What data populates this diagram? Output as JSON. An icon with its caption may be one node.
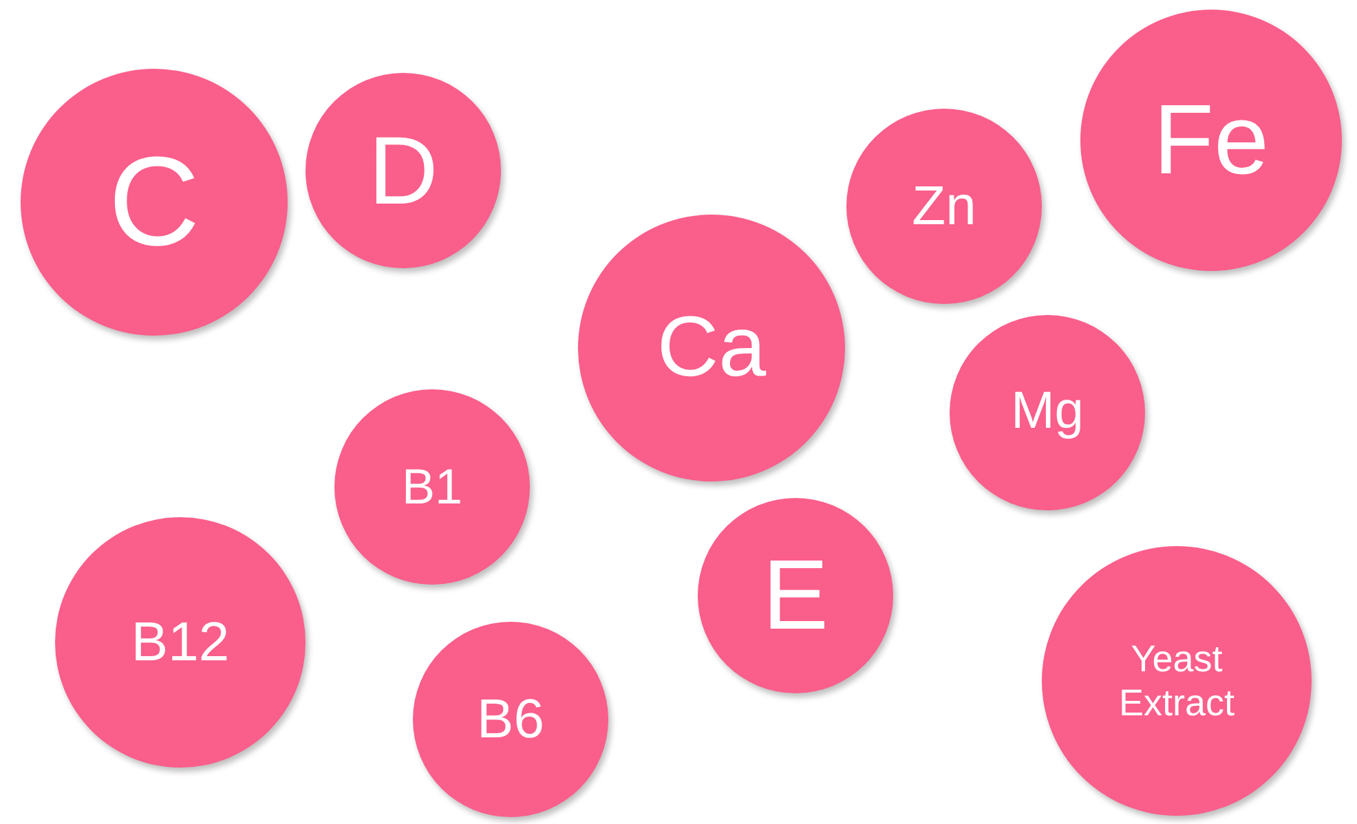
{
  "diagram": {
    "nodes": [
      {
        "text": [
          "C"
        ]
      },
      {
        "text": [
          "D"
        ]
      },
      {
        "text": [
          "Zn"
        ]
      },
      {
        "text": [
          "Fe"
        ]
      },
      {
        "text": [
          "Ca"
        ]
      },
      {
        "text": [
          "Mg"
        ]
      },
      {
        "text": [
          "B1"
        ]
      },
      {
        "text": [
          "E"
        ]
      },
      {
        "text": [
          "B12"
        ]
      },
      {
        "text": [
          "B6"
        ]
      },
      {
        "text": [
          "Yeast Extract"
        ]
      }
    ]
  }
}
